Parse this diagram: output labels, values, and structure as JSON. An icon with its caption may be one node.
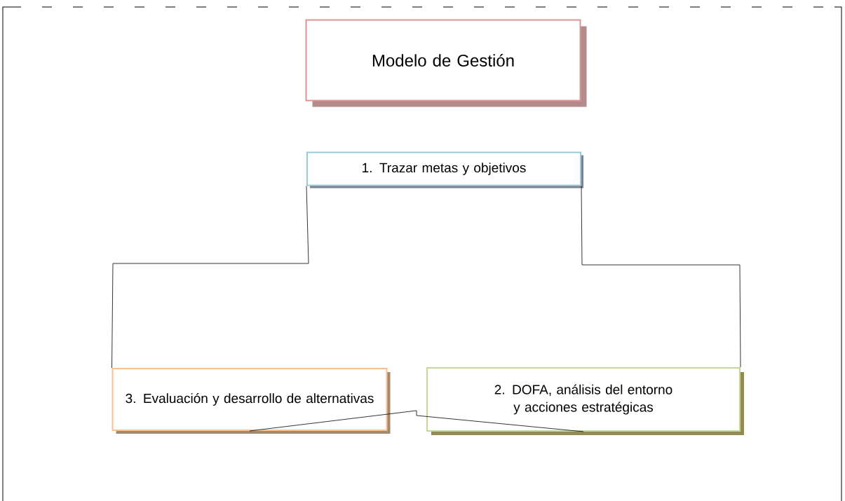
{
  "diagram": {
    "nodes": [
      {
        "text": [
          "Modelo de Gestión"
        ]
      },
      {
        "text": [
          "1. Trazar metas y objetivos"
        ]
      },
      {
        "text": [
          "3. Evaluación y desarrollo de alternativas"
        ]
      },
      {
        "text": [
          "2. DOFA, análisis del entorno y acciones estratégicas"
        ]
      }
    ],
    "edges": [
      {
        "from": 1,
        "to": 2,
        "arrow": "none"
      },
      {
        "from": 1,
        "to": 3,
        "arrow": "none"
      },
      {
        "from": 2,
        "to": 3,
        "arrow": "none"
      }
    ]
  }
}
